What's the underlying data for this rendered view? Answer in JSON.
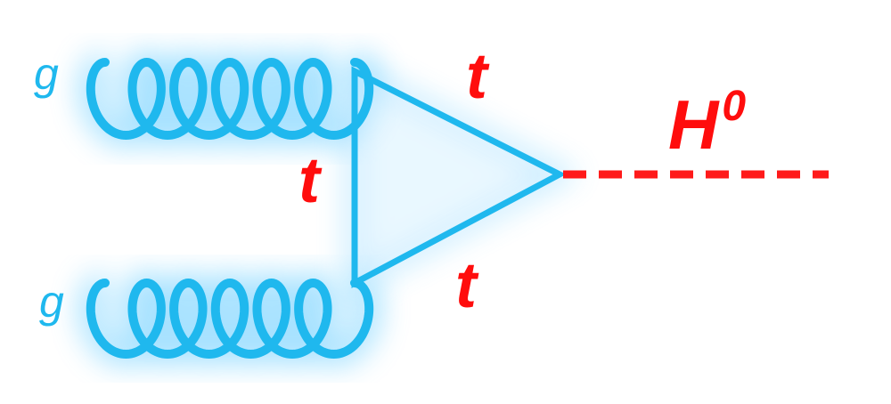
{
  "labels": {
    "gluon_top": "g",
    "gluon_bottom": "g",
    "top_upper": "t",
    "top_left": "t",
    "top_lower": "t",
    "higgs_symbol": "H",
    "higgs_superscript": "0"
  },
  "colors": {
    "gluon": "#1fb8ee",
    "gluon_glow": "#58c8ff",
    "top_quark": "#1fb8ee",
    "higgs": "#ff1a1a",
    "higgs_glow": "#ffb0b0",
    "label_red": "#ff0d0d",
    "label_blue": "#1fb8ee"
  }
}
